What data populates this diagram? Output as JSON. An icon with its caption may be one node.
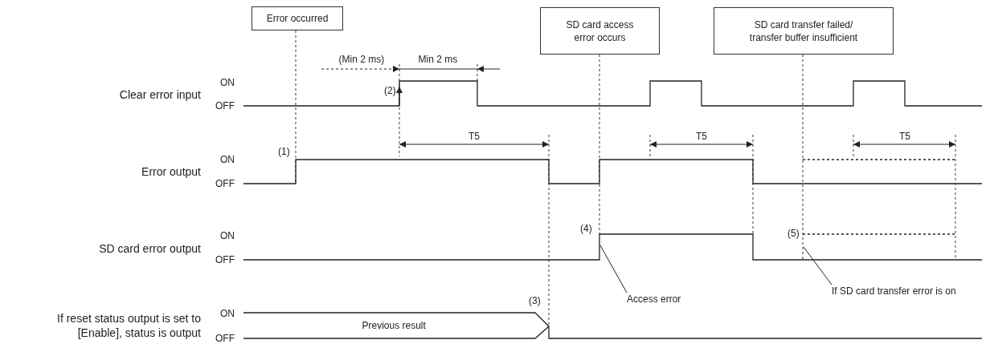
{
  "diagram": {
    "nodes": [
      {
        "text": [
          "Error occurred"
        ]
      },
      {
        "text": [
          "SD card access error occurs"
        ]
      },
      {
        "text": [
          "SD card transfer failed/ transfer buffer insufficient"
        ]
      },
      {
        "text": [
          "Access error"
        ]
      },
      {
        "text": [
          "If SD card transfer error is on"
        ]
      }
    ],
    "edges": [
      {
        "from": 0,
        "to": null,
        "arrow": "none",
        "style": "dashed"
      },
      {
        "from": 1,
        "to": null,
        "arrow": "none",
        "style": "dashed"
      },
      {
        "from": 2,
        "to": null,
        "arrow": "none",
        "style": "dashed"
      },
      {
        "from": 3,
        "to": null,
        "arrow": "none"
      },
      {
        "from": 4,
        "to": null,
        "arrow": "none"
      }
    ],
    "labels": [
      "(Min 2 ms)",
      "Min 2 ms",
      "Clear error input",
      "ON",
      "(2)",
      "OFF",
      "T5",
      "T5",
      "T5",
      "(1)",
      "Error output",
      "ON",
      "OFF",
      "(4)",
      "(5)",
      "SD card error output",
      "ON",
      "OFF",
      "(3)",
      "If reset status output is set to [Enable], status is output",
      "ON",
      "Previous result",
      "OFF"
    ]
  }
}
